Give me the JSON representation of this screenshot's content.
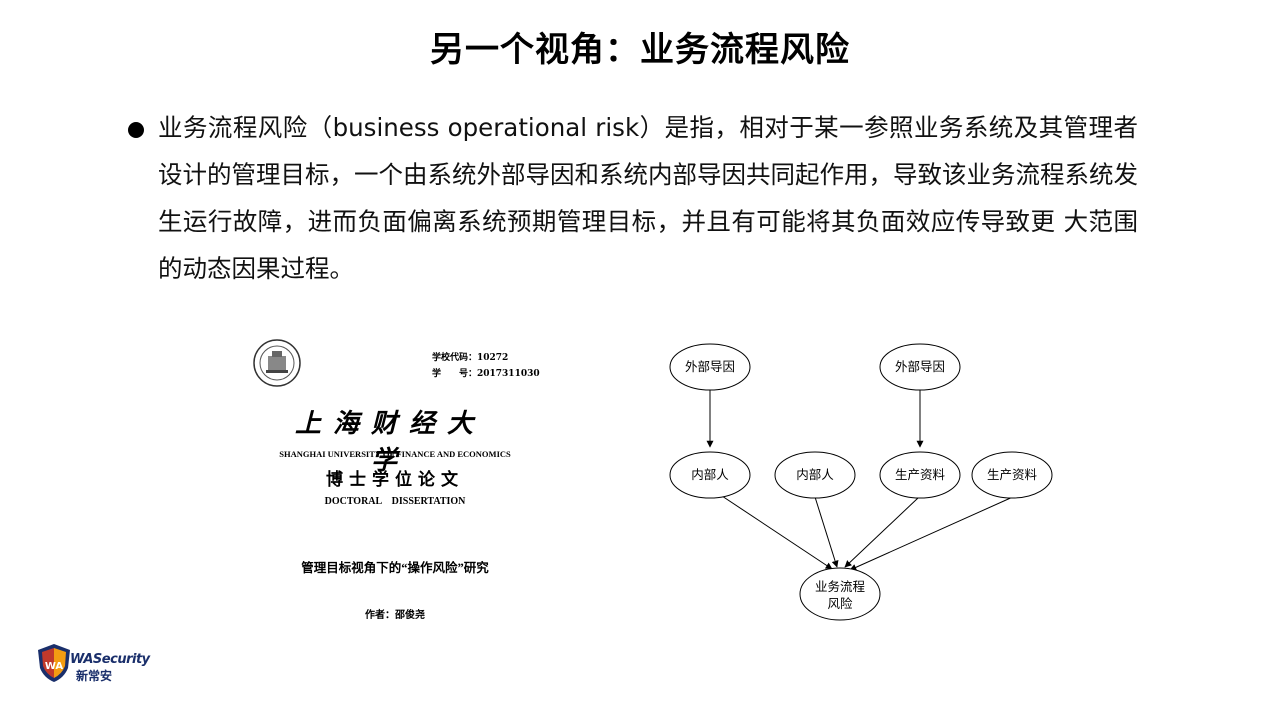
{
  "slide": {
    "title": "另一个视角：业务流程风险",
    "bullet_text": "业务流程风险（business operational risk）是指，相对于某一参照业务系统及其管理者设计的管理目标，一个由系统外部导因和系统内部导因共同起作用，导致该业务流程系统发生运行故障，进而负面偏离系统预期管理目标，并且有可能将其负面效应传导致更 大范围的动态因果过程。"
  },
  "cover": {
    "school_code": "学校代码：10272",
    "student_id": "学　　号：2017311030",
    "university_cn": "上海财经大学",
    "university_en": "SHANGHAI UNIVERSITY OF FINANCE AND ECONOMICS",
    "degree_cn": "博士学位论文",
    "degree_en": "DOCTORAL　DISSERTATION",
    "thesis_title": "管理目标视角下的“操作风险”研究",
    "author": "作者：邵俊尧"
  },
  "diagram": {
    "nodes": {
      "external_1": "外部导因",
      "external_2": "外部导因",
      "insider_1": "内部人",
      "insider_2": "内部人",
      "resource_1": "生产资料",
      "resource_2": "生产资料",
      "risk_line1": "业务流程",
      "risk_line2": "风险"
    }
  },
  "logo": {
    "brand": "WASecurity",
    "sub": "新常安",
    "colors": {
      "blue": "#1a2f6b",
      "orange": "#f39c12",
      "red": "#c0392b"
    }
  }
}
